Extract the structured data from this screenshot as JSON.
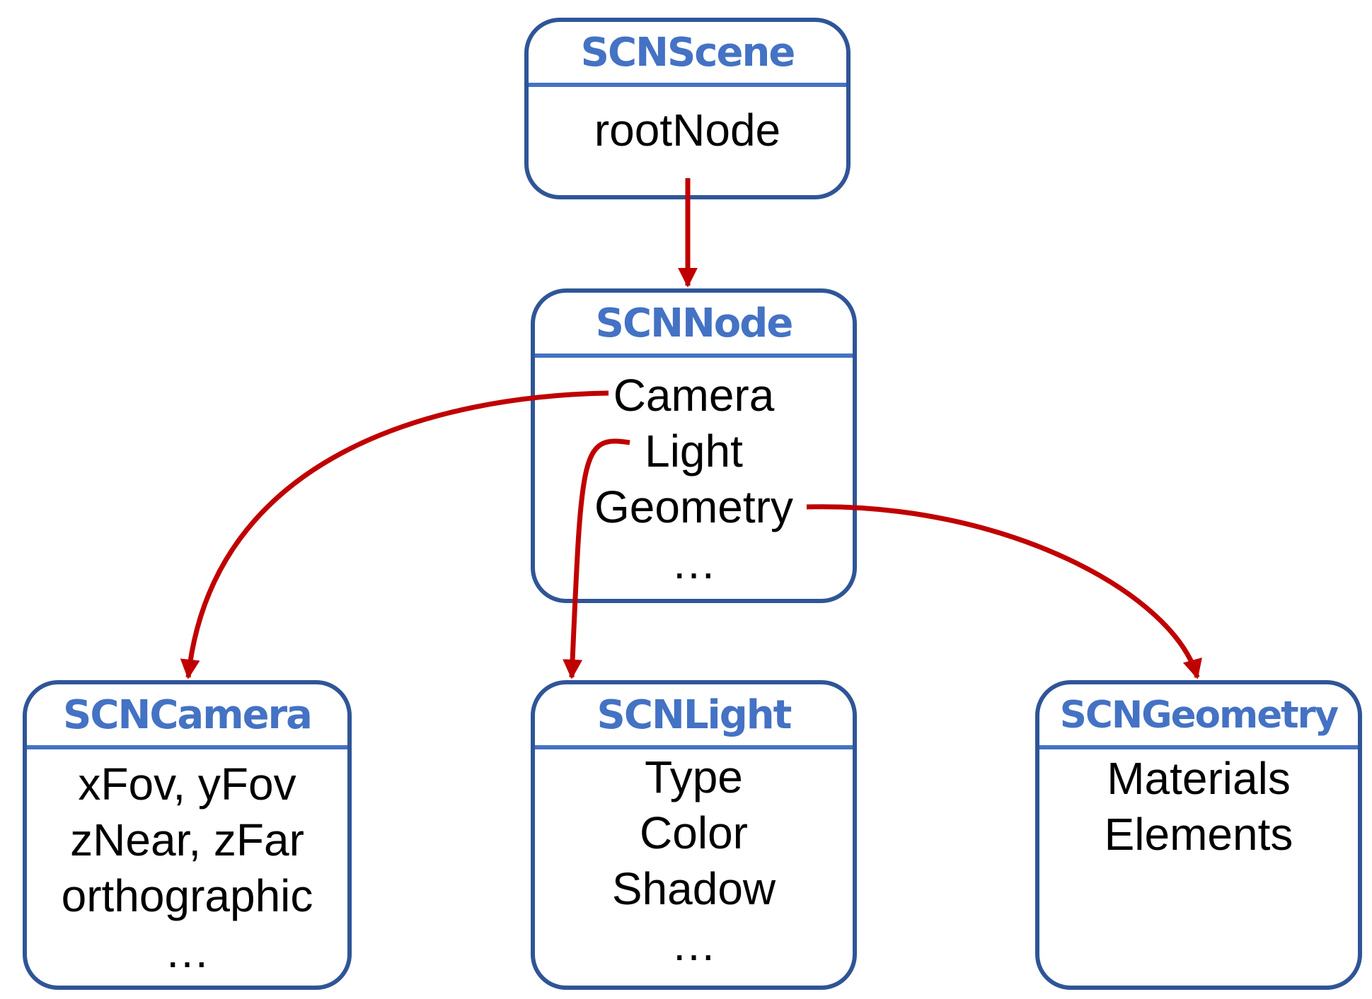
{
  "colors": {
    "box_border": "#2F5597",
    "title_text": "#4472C4",
    "arrow": "#C00000",
    "body_text": "#000000"
  },
  "boxes": {
    "scene": {
      "title": "SCNScene",
      "lines": [
        "rootNode"
      ]
    },
    "node": {
      "title": "SCNNode",
      "lines": [
        "Camera",
        "Light",
        "Geometry",
        "…"
      ]
    },
    "camera": {
      "title": "SCNCamera",
      "lines": [
        "xFov, yFov",
        "zNear, zFar",
        "orthographic",
        "…"
      ]
    },
    "light": {
      "title": "SCNLight",
      "lines": [
        "Type",
        "Color",
        "Shadow",
        "…"
      ]
    },
    "geometry": {
      "title": "SCNGeometry",
      "lines": [
        "Materials",
        "Elements"
      ]
    }
  },
  "arrows": [
    {
      "from": "scene.rootNode",
      "to": "node"
    },
    {
      "from": "node.Camera",
      "to": "camera"
    },
    {
      "from": "node.Light",
      "to": "light"
    },
    {
      "from": "node.Geometry",
      "to": "geometry"
    }
  ]
}
